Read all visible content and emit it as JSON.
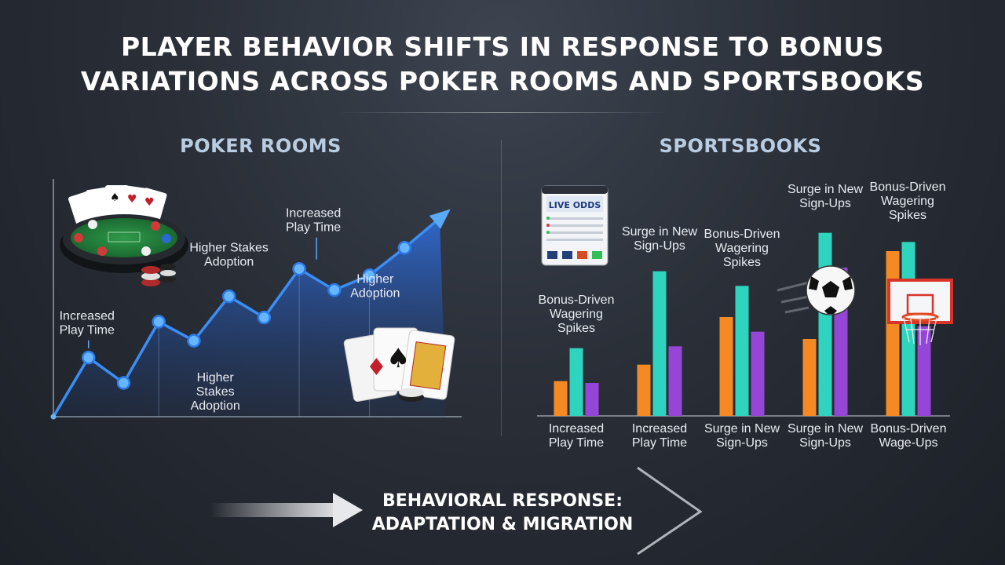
{
  "header": {
    "title_line1": "PLAYER BEHAVIOR SHIFTS IN RESPONSE TO BONUS",
    "title_line2": "VARIATIONS ACROSS POKER ROOMS AND SPORTSBOOKS"
  },
  "poker": {
    "section_title": "POKER ROOMS",
    "annotations": [
      {
        "text": [
          "Increased",
          "Play Time"
        ]
      },
      {
        "text": [
          "Higher Stakes",
          "Adoption"
        ]
      },
      {
        "text": [
          "Increased",
          "Play Time"
        ]
      },
      {
        "text": [
          "Higher",
          "Adoption"
        ]
      },
      {
        "text": [
          "Higher",
          "Stakes",
          "Adoption"
        ]
      }
    ]
  },
  "sportsbooks": {
    "section_title": "SPORTSBOOKS",
    "live_odds_label": "LIVE ODDS",
    "bar_annotations": [
      {
        "text": [
          "Bonus-Driven",
          "Wagering",
          "Spikes"
        ]
      },
      {
        "text": [
          "Surge in New",
          "Sign-Ups"
        ]
      },
      {
        "text": [
          "Bonus-Driven",
          "Wagering",
          "Spikes"
        ]
      },
      {
        "text": [
          "Surge in New",
          "Sign-Ups"
        ]
      },
      {
        "text": [
          "Bonus-Driven",
          "Wagering",
          "Spikes"
        ]
      }
    ]
  },
  "footer": {
    "line1": "BEHAVIORAL RESPONSE:",
    "line2": "ADAPTATION & MIGRATION"
  },
  "colors": {
    "line": "#3a8ef5",
    "orange": "#f58a25",
    "teal": "#2fd4bf",
    "purple": "#9646d6"
  },
  "chart_data": [
    {
      "type": "area",
      "title": "POKER ROOMS",
      "x": [
        0,
        1,
        2,
        3,
        4,
        5,
        6,
        7,
        8,
        9,
        10,
        11
      ],
      "values": [
        0,
        28,
        16,
        45,
        36,
        57,
        47,
        70,
        60,
        67,
        80,
        94
      ],
      "ylim": [
        0,
        100
      ],
      "grid": false
    },
    {
      "type": "bar",
      "title": "SPORTSBOOKS",
      "categories": [
        [
          "Increased",
          "Play Time"
        ],
        [
          "Increased",
          "Play Time"
        ],
        [
          "Surge in New",
          "Sign-Ups"
        ],
        [
          "Surge in New",
          "Sign-Ups"
        ],
        [
          "Bonus-Driven",
          "Wage-Ups"
        ]
      ],
      "series": [
        {
          "values": [
            19,
            28,
            54,
            42,
            90
          ]
        },
        {
          "values": [
            37,
            79,
            71,
            100,
            95
          ]
        },
        {
          "values": [
            18,
            38,
            46,
            81,
            49
          ]
        }
      ],
      "ylim": [
        0,
        108
      ],
      "grid": false
    }
  ]
}
